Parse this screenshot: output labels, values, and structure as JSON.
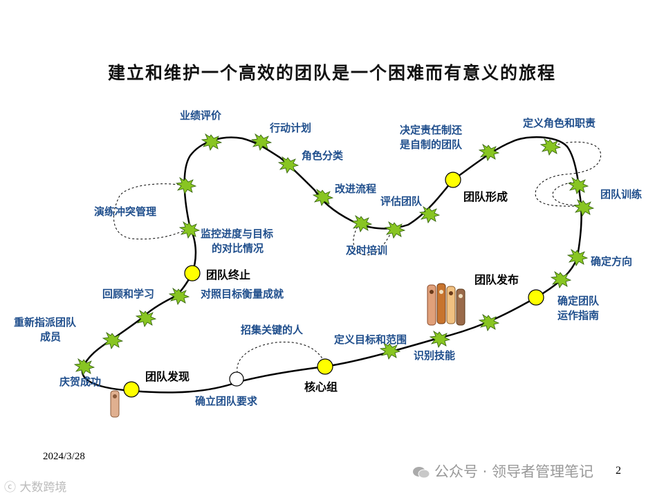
{
  "title": "建立和维护一个高效的团队是一个困难而有意义的旅程",
  "phases": {
    "discover": "团队发现",
    "core": "核心组",
    "launch": "团队发布",
    "form": "团队形成",
    "end": "团队终止"
  },
  "steps": {
    "requirements": "确立团队要求",
    "gather_people": "招集关键的人",
    "define_goals": "定义目标和范围",
    "identify_skills": "识别技能",
    "guidelines_1": "确定团队",
    "guidelines_2": "运作指南",
    "direction": "确定方向",
    "training": "团队训练",
    "roles": "定义角色和职责",
    "accountability_1": "决定责任制还",
    "accountability_2": "是自制的团队",
    "evaluate": "评估团队",
    "timely_training": "及时培训",
    "improve": "改进流程",
    "role_class": "角色分类",
    "action_plan": "行动计划",
    "performance": "业绩评价",
    "conflict": "演练冲突管理",
    "monitor_1": "监控进度与目标",
    "monitor_2": "的对比情况",
    "compare": "对照目标衡量成就",
    "review": "回顾和学习",
    "reassign_1": "重新指派团队",
    "reassign_2": "成员",
    "celebrate": "庆贺成功"
  },
  "footer": {
    "date": "2024/3/28",
    "page": "2",
    "watermark_right": "公众号 · 领导者管理笔记",
    "watermark_left": "大数跨境"
  },
  "colors": {
    "path": "#000000",
    "milestone": "#ffff00",
    "starburst": "#88c522",
    "label": "#1f4e8c"
  }
}
